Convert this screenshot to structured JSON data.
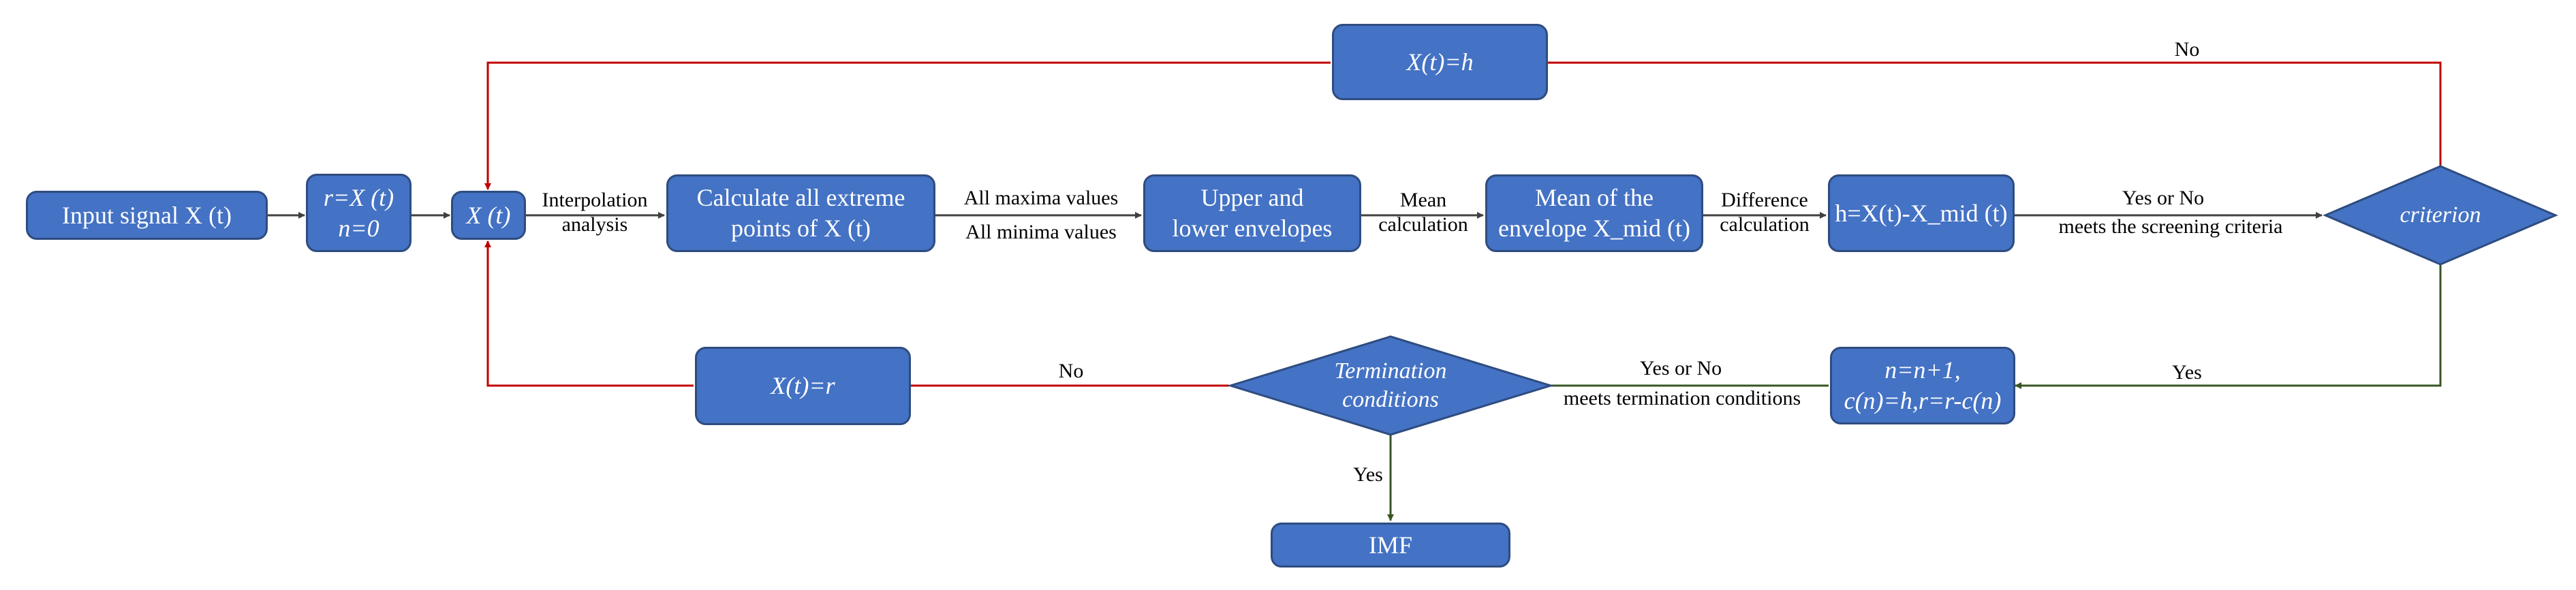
{
  "nodes": {
    "input": "Input signal X (t)",
    "init": [
      "r=X (t)",
      "n=0"
    ],
    "xt": "X (t)",
    "extreme": [
      "Calculate all extreme",
      "points of X (t)"
    ],
    "envelopes": [
      "Upper and",
      "lower envelopes"
    ],
    "mean": [
      "Mean of the",
      "envelope X_mid (t)"
    ],
    "h": "h=X(t)-X_mid (t)",
    "criterion": "criterion",
    "xth": "X(t)=h",
    "update": [
      "n=n+1,",
      "c(n)=h,r=r-c(n)"
    ],
    "termination": [
      "Termination",
      "conditions"
    ],
    "xtr": "X(t)=r",
    "imf": "IMF"
  },
  "edge_labels": {
    "interpolation": [
      "Interpolation",
      "analysis"
    ],
    "all_maxima": "All maxima values",
    "all_minima": "All minima values",
    "mean_calc": [
      "Mean",
      "calculation"
    ],
    "difference": [
      "Difference",
      "calculation"
    ],
    "yes_or_no_top": "Yes or No",
    "meets_screening": "meets the screening criteria",
    "no_top": "No",
    "yes_right": "Yes",
    "yes_or_no_bottom": "Yes or No",
    "meets_termination": "meets termination conditions",
    "no_bottom": "No",
    "yes_bottom": "Yes"
  },
  "colors": {
    "box_fill": "#4472c4",
    "box_border": "#2e4c7f",
    "arrow_default": "#404040",
    "arrow_no": "#c00000",
    "arrow_yes": "#375623"
  }
}
